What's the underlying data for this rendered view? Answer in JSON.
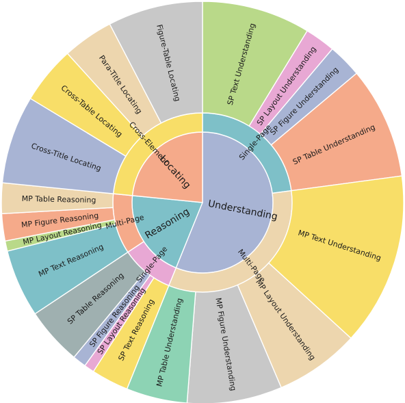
{
  "chart_data": {
    "type": "sunburst",
    "root": [
      {
        "name": "Understanding",
        "color": "#A8B4D4",
        "children": [
          {
            "name": "Single-Page",
            "color": "#7EC0C8",
            "children": [
              {
                "name": "SP Text Understanding",
                "value": 32,
                "color": "#B9D989"
              },
              {
                "name": "SP Layout Understanding",
                "value": 9,
                "color": "#E8A8D4"
              },
              {
                "name": "SP Figure Understanding",
                "value": 10,
                "color": "#A8B4D4"
              },
              {
                "name": "SP Table Understanding",
                "value": 33,
                "color": "#F5AA8A"
              }
            ]
          },
          {
            "name": "Multi-Page",
            "color": "#EDD6AE",
            "children": [
              {
                "name": "MP Text Understanding",
                "value": 51,
                "color": "#F8DE68"
              },
              {
                "name": "MP Layout Understanding",
                "value": 25,
                "color": "#EDD6AE"
              },
              {
                "name": "MP Figure Understanding",
                "value": 28,
                "color": "#C8C8C8"
              },
              {
                "name": "MP Table Understanding",
                "value": 18,
                "color": "#8DD3B4"
              }
            ]
          }
        ]
      },
      {
        "name": "Reasoning",
        "color": "#7EC0C8",
        "children": [
          {
            "name": "Single-Page",
            "color": "#E8A8D4",
            "children": [
              {
                "name": "SP Text Reasoning",
                "value": 11,
                "color": "#F8DE68"
              },
              {
                "name": "SP Layout Reasoning",
                "value": 3,
                "color": "#E8A8D4"
              },
              {
                "name": "SP Figure Reasoning",
                "value": 4,
                "color": "#A8B4D4"
              },
              {
                "name": "SP Table Reasoning",
                "value": 17,
                "color": "#9FB0B0"
              }
            ]
          },
          {
            "name": "Multi-Page",
            "color": "#F5AA8A",
            "children": [
              {
                "name": "MP Text Reasoning",
                "value": 20,
                "color": "#7EC0C8"
              },
              {
                "name": "MP Layout Reasoning",
                "value": 3,
                "color": "#B9D989"
              },
              {
                "name": "MP Figure Reasoning",
                "value": 8,
                "color": "#F5AA8A"
              },
              {
                "name": "MP Table Reasoning",
                "value": 9,
                "color": "#EDD6AE"
              }
            ]
          }
        ]
      },
      {
        "name": "Locating",
        "color": "#F5AA8A",
        "children": [
          {
            "name": "Cross-Element",
            "color": "#F8DE68",
            "children": [
              {
                "name": "Cross-Title Locating",
                "value": 26,
                "color": "#A8B4D4"
              },
              {
                "name": "Cross-Table Locating",
                "value": 17,
                "color": "#F8DE68"
              },
              {
                "name": "Para-Title Locating",
                "value": 15,
                "color": "#EDD6AE"
              },
              {
                "name": "Figure-Table Locating",
                "value": 28,
                "color": "#C8C8C8"
              }
            ]
          }
        ]
      }
    ]
  }
}
